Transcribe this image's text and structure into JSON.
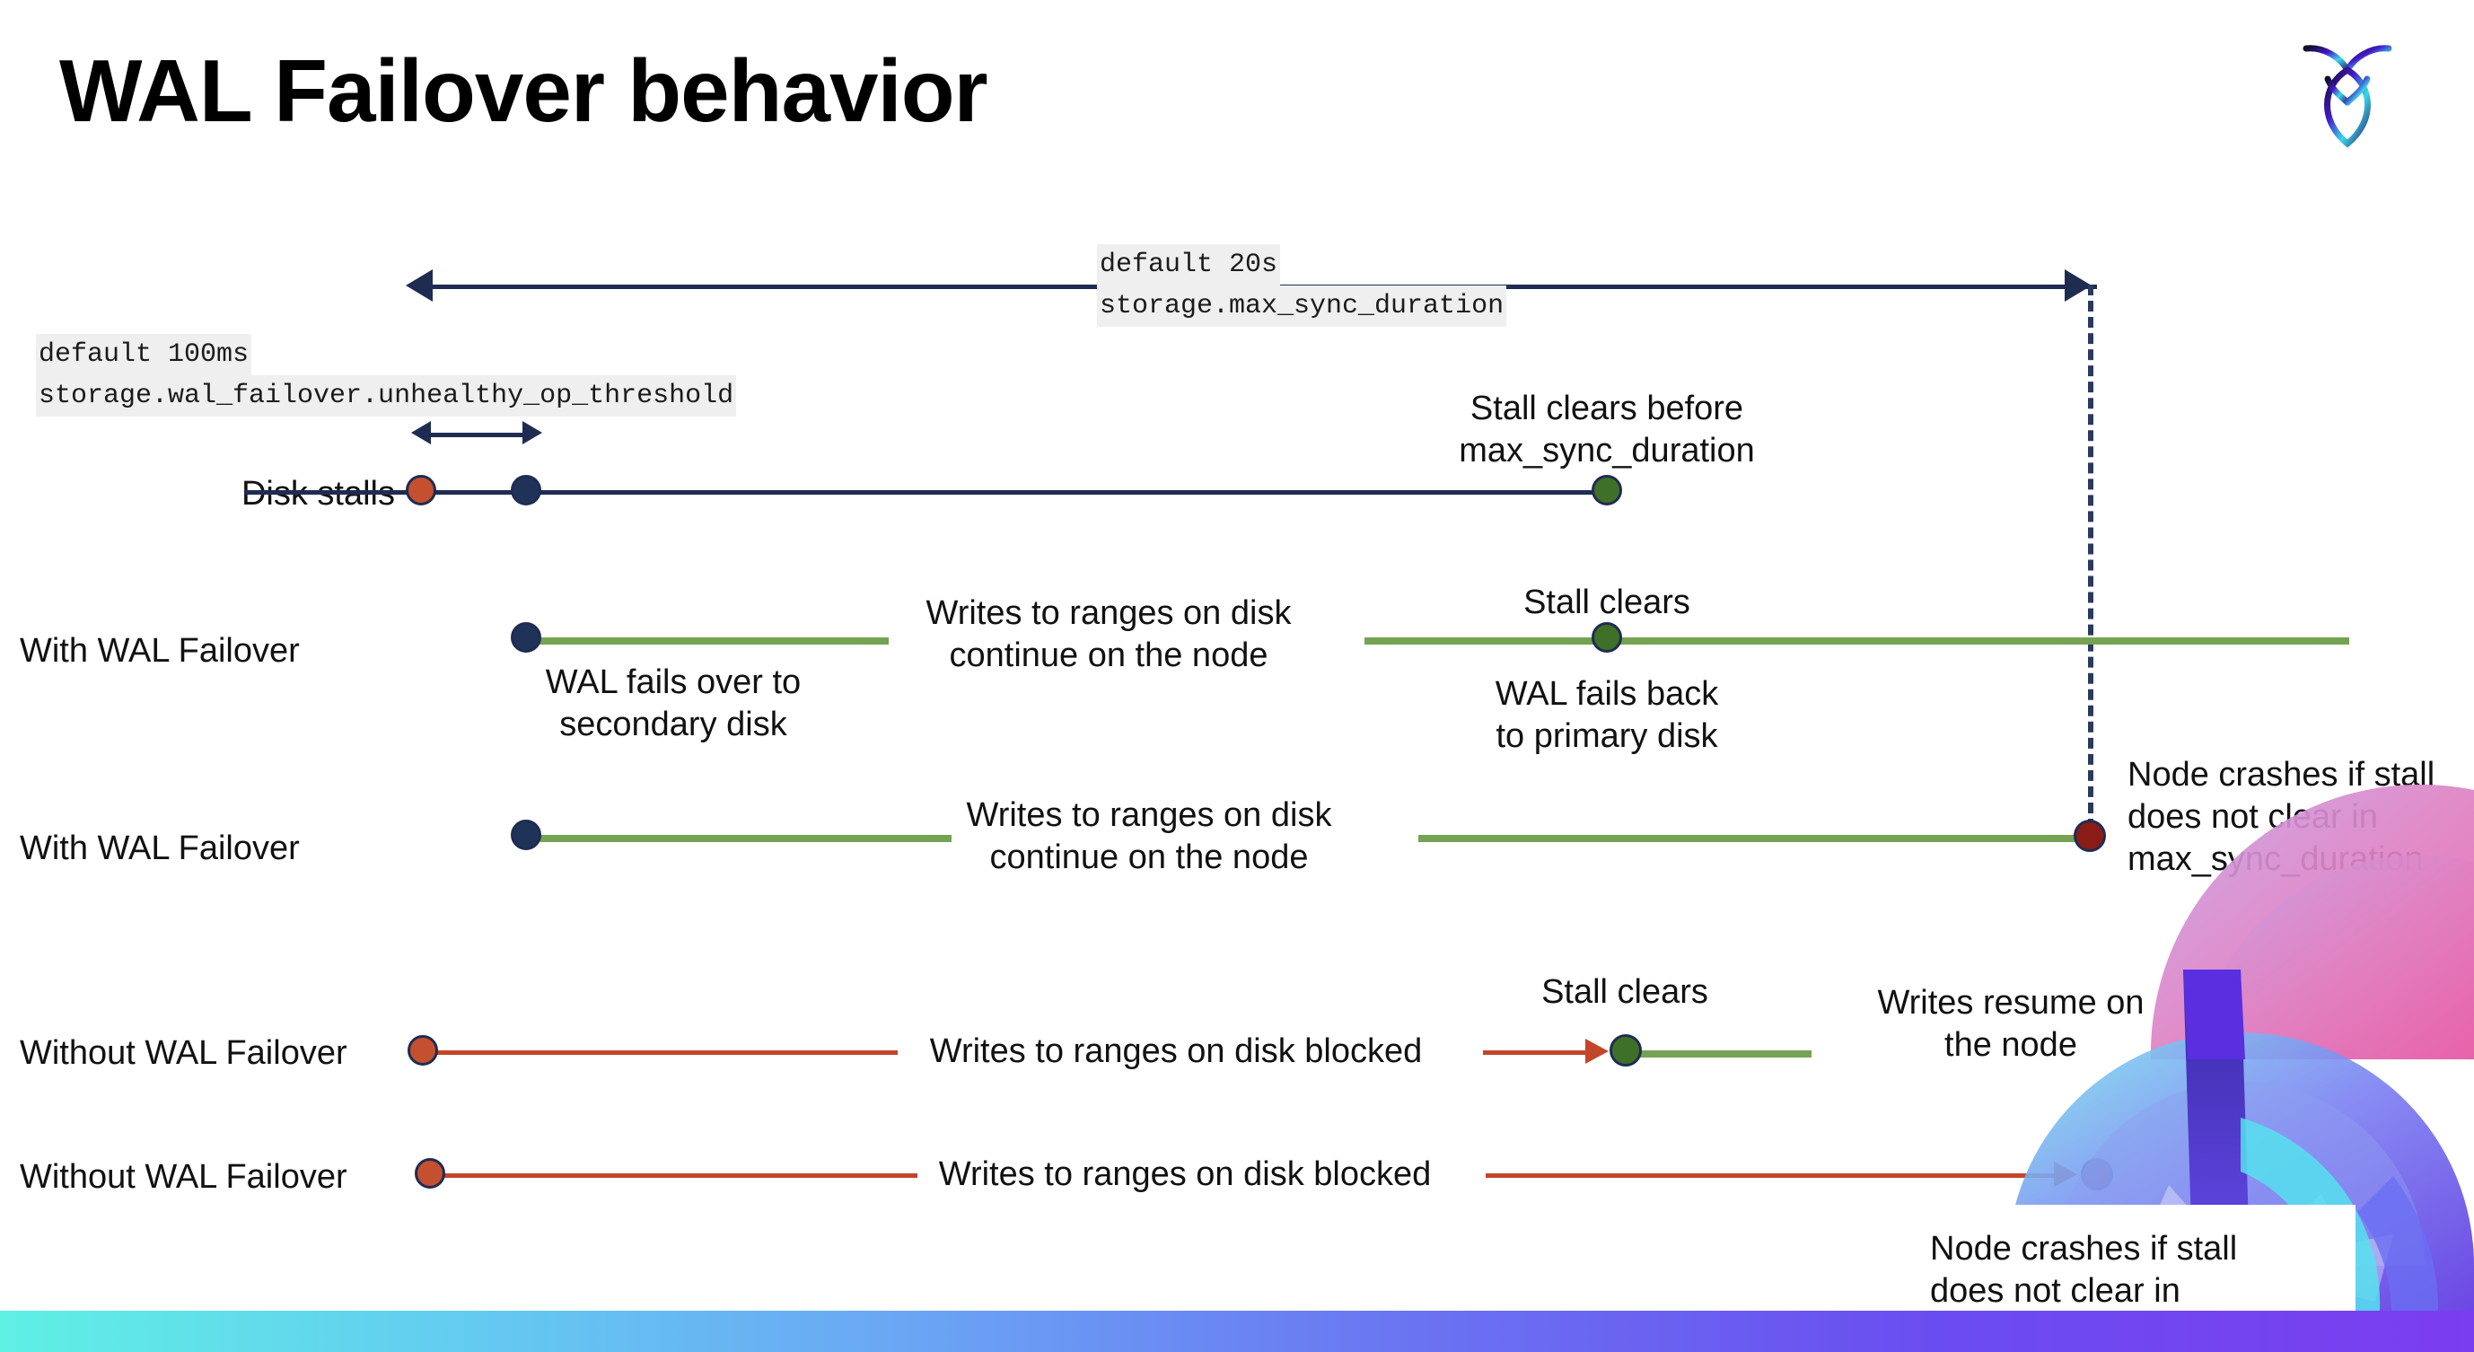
{
  "slide": {
    "title": "WAL Failover behavior",
    "logo_name": "cockroachdb-logo"
  },
  "settings": {
    "max_sync": {
      "default_label": "default 20s",
      "setting_name": "storage.max_sync_duration"
    },
    "unhealthy_threshold": {
      "default_label": "default 100ms",
      "setting_name": "storage.wal_failover.unhealthy_op_threshold"
    }
  },
  "rows": [
    {
      "id": "disk-stalls",
      "label": "Disk stalls",
      "annotation": "Stall clears before\nmax_sync_duration"
    },
    {
      "id": "with-wal-failover-clears",
      "label": "With WAL Failover",
      "start_note": "WAL fails over to\nsecondary disk",
      "mid_note": "Writes to ranges on disk\ncontinue on the node",
      "clear_note": "Stall clears",
      "end_note": "WAL fails  back\nto primary disk"
    },
    {
      "id": "with-wal-failover-crash",
      "label": "With WAL Failover",
      "mid_note": "Writes to ranges on disk\ncontinue on the node",
      "crash_note": "Node crashes if stall\ndoes not clear in\nmax_sync_duration"
    },
    {
      "id": "without-wal-failover-clears",
      "label": "Without WAL Failover",
      "blocked_note": "Writes to ranges on disk  blocked",
      "clear_note": "Stall clears",
      "resume_note": "Writes resume on\nthe node"
    },
    {
      "id": "without-wal-failover-crash",
      "label": "Without WAL Failover",
      "blocked_note": "Writes to ranges on disk  blocked",
      "crash_note": "Node crashes if stall\ndoes not clear in\nmax_sync_duration"
    }
  ],
  "colors": {
    "navy": "#1f2c52",
    "green_line": "#74a353",
    "green_dot": "#3f7027",
    "red_line": "#c2462a",
    "orange_dot": "#c4502f",
    "dark_red_dot": "#8b1c15",
    "code_highlight": "#efefef",
    "bottom_bar_start": "#5ff0e4",
    "bottom_bar_end": "#7b3df0"
  }
}
